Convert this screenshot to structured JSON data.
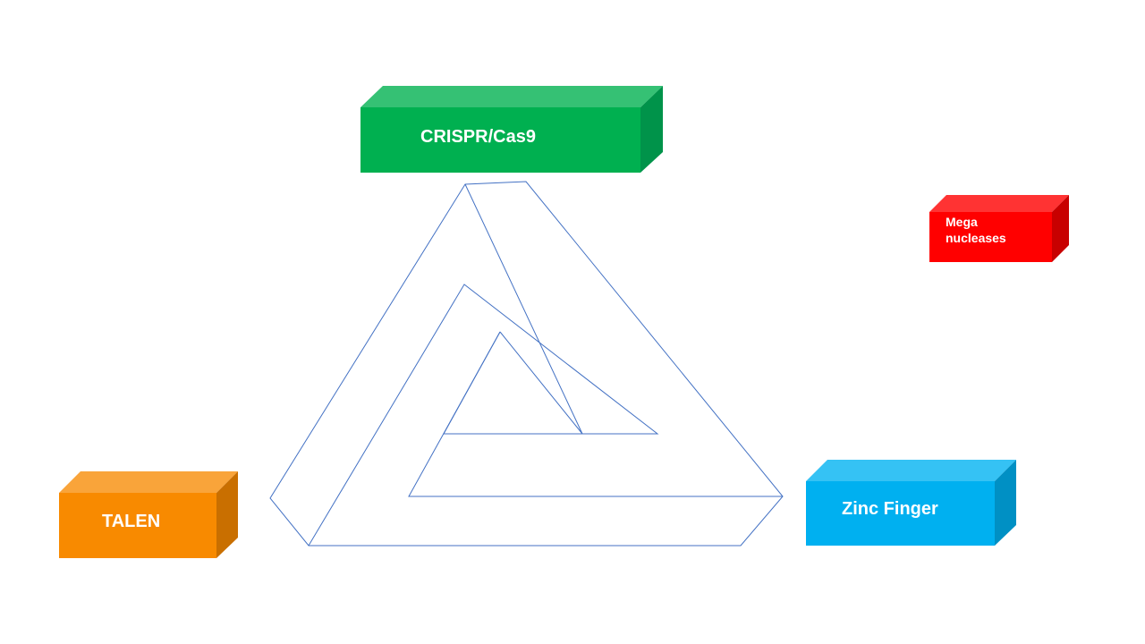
{
  "diagram": {
    "boxes": [
      {
        "id": "crispr",
        "label": "CRISPR/Cas9",
        "color": "#00B050"
      },
      {
        "id": "talen",
        "label": "TALEN",
        "color": "#F88A00"
      },
      {
        "id": "zinc",
        "label": "Zinc Finger",
        "color": "#00B0F0"
      },
      {
        "id": "mega",
        "label": "Mega\nnucleases",
        "color": "#FF0000"
      }
    ],
    "center_shape": {
      "name": "impossible-triangle",
      "stroke_color": "#4472C4"
    }
  }
}
